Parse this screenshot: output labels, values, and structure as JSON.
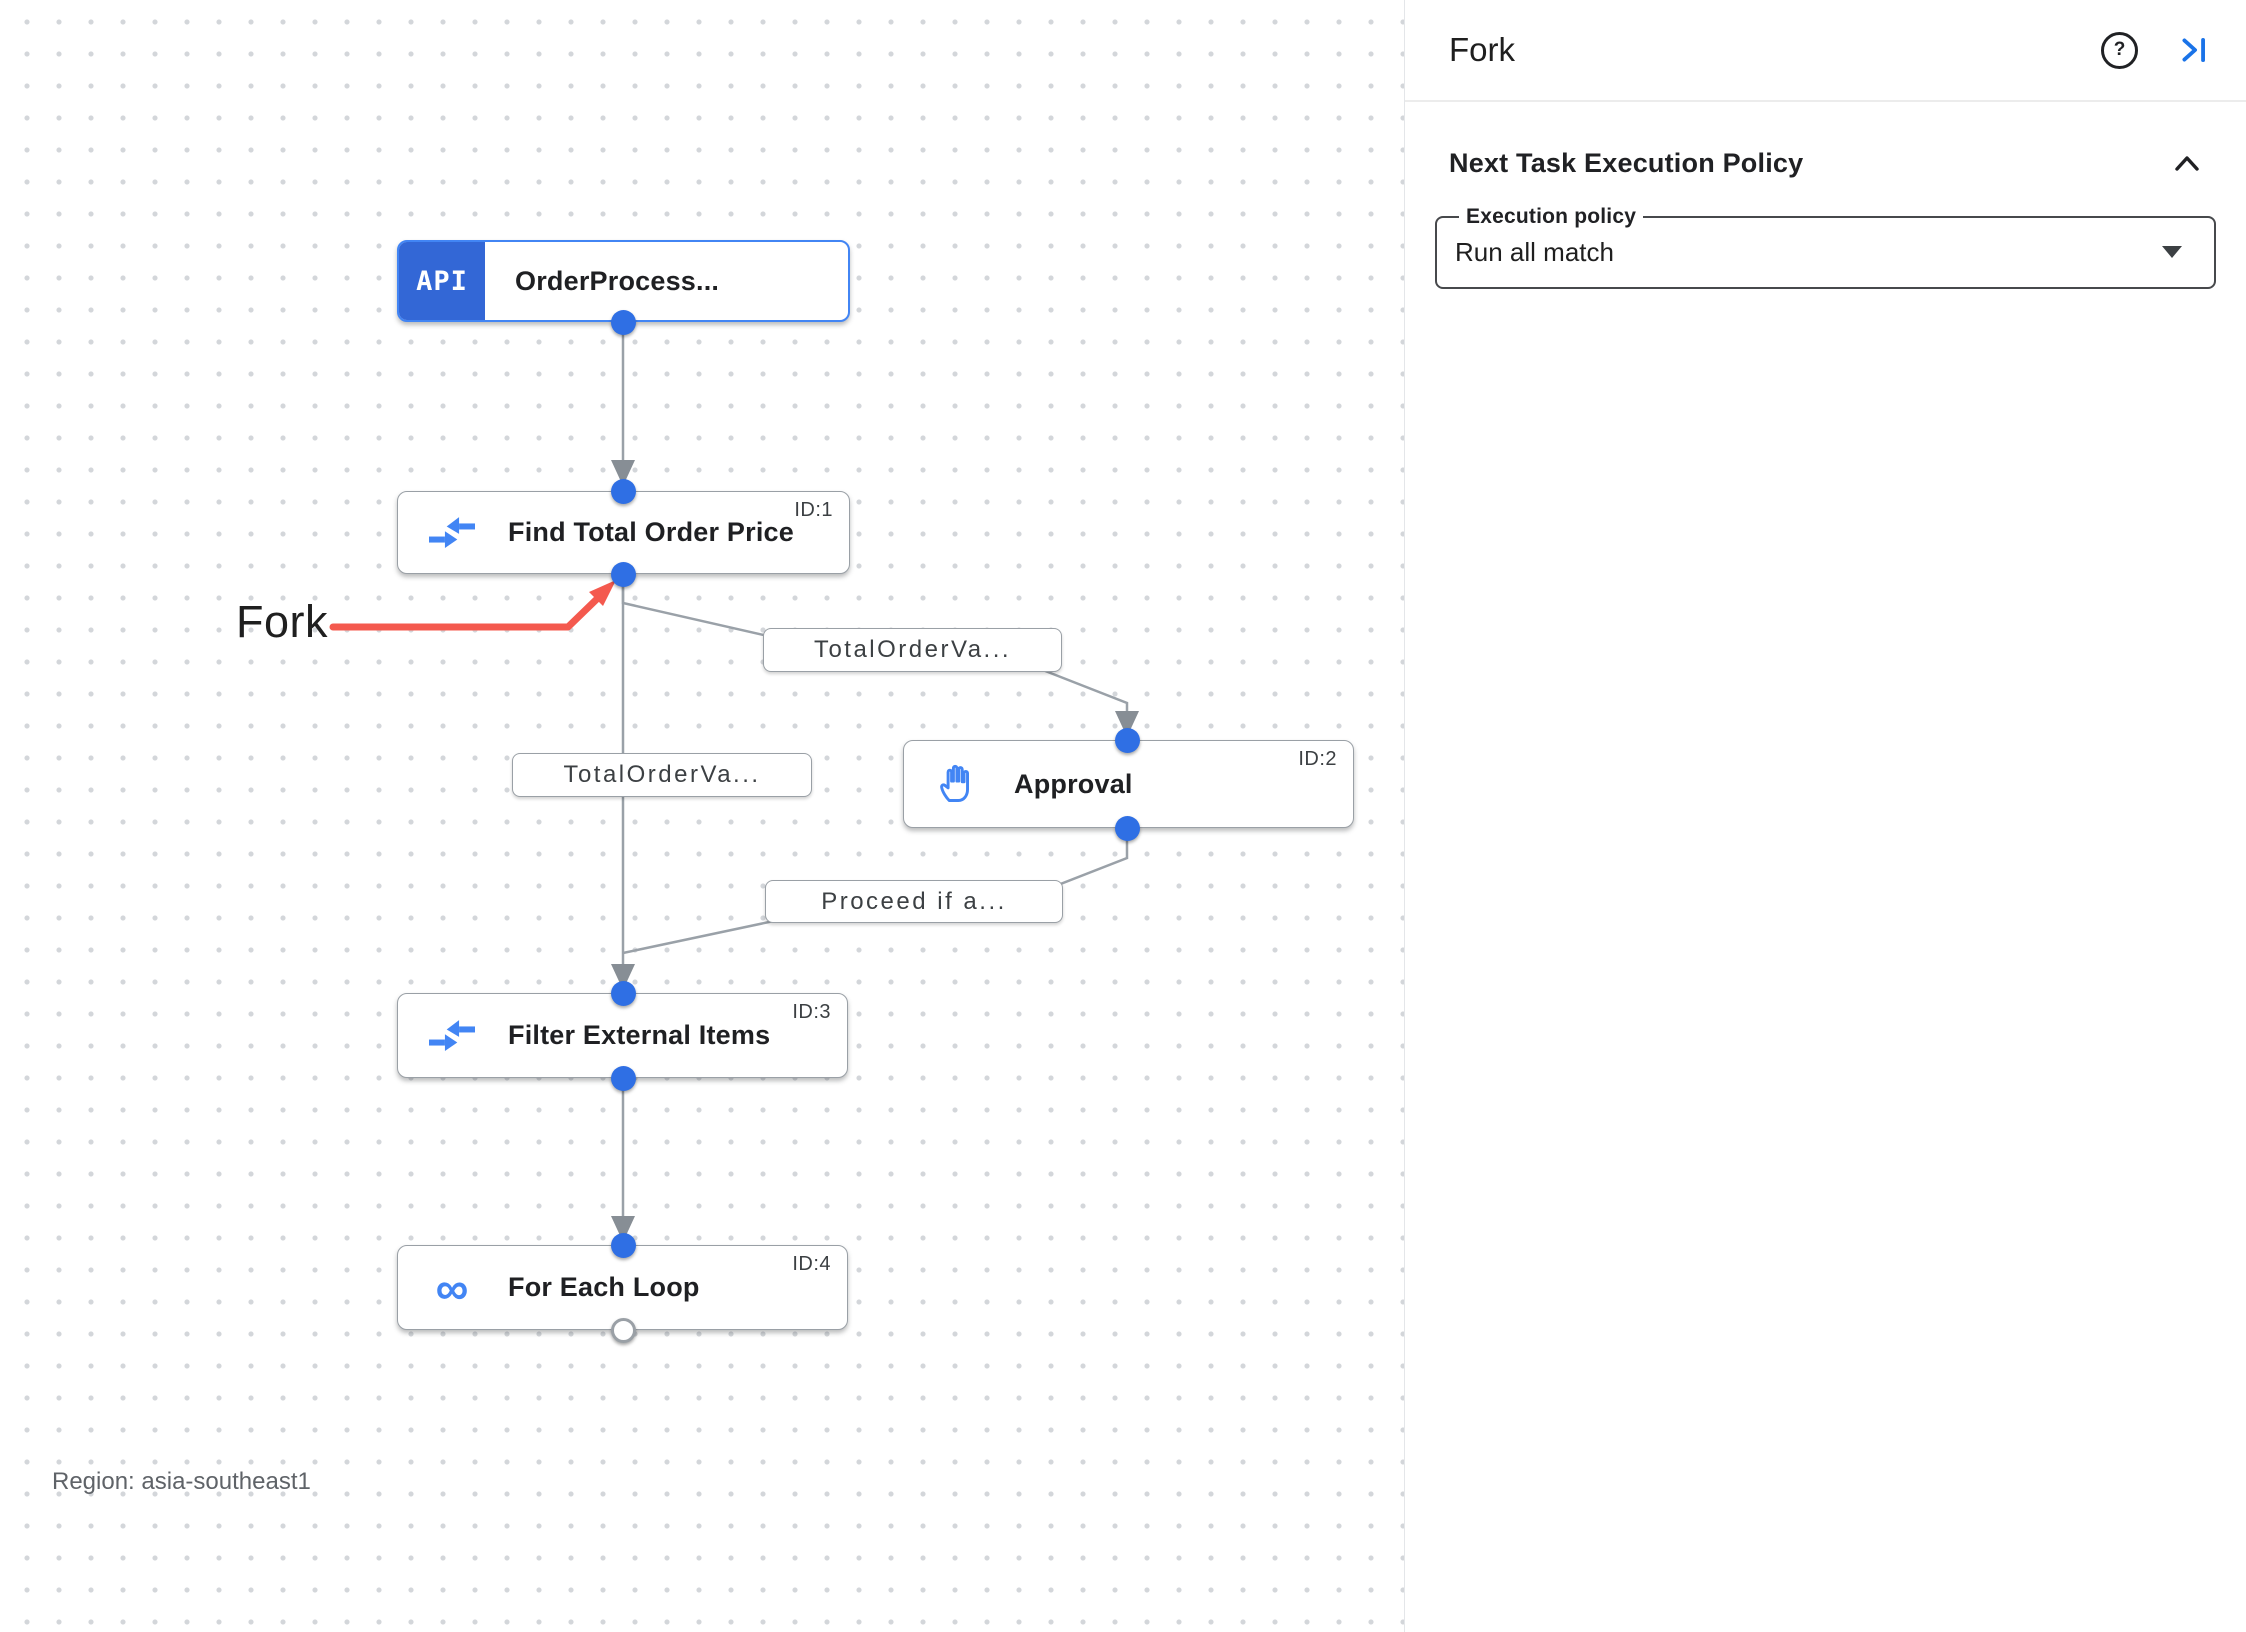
{
  "canvas": {
    "fork_annotation": "Fork",
    "region_label": "Region: asia-southeast1",
    "nodes": [
      {
        "badge": "API",
        "label": "OrderProcess...",
        "icon": "api-trigger"
      },
      {
        "label": "Find Total Order Price",
        "id": "ID:1",
        "icon": "data-mapping"
      },
      {
        "label": "Approval",
        "id": "ID:2",
        "icon": "approval-hand"
      },
      {
        "label": "Filter External Items",
        "id": "ID:3",
        "icon": "data-mapping"
      },
      {
        "label": "For Each Loop",
        "id": "ID:4",
        "icon": "for-each-loop",
        "icon_glyph": "∞"
      }
    ],
    "edge_labels": [
      {
        "text": "TotalOrderVa..."
      },
      {
        "text": "TotalOrderVa..."
      },
      {
        "text": "Proceed if a..."
      }
    ]
  },
  "panel": {
    "title": "Fork",
    "help_icon_glyph": "?",
    "section_heading": "Next Task Execution Policy",
    "execution_policy": {
      "label": "Execution policy",
      "value": "Run all match"
    }
  },
  "colors": {
    "trigger_border_blue": "#4285F4",
    "badge_blue": "#3367D6",
    "port_blue": "#2F6FE4",
    "icon_blue": "#4285F4",
    "edge_gray": "#9AA1A8",
    "arrowhead_gray": "#878E95",
    "annotation_red": "#F4594E",
    "panel_accent_blue": "#1A73E8"
  }
}
